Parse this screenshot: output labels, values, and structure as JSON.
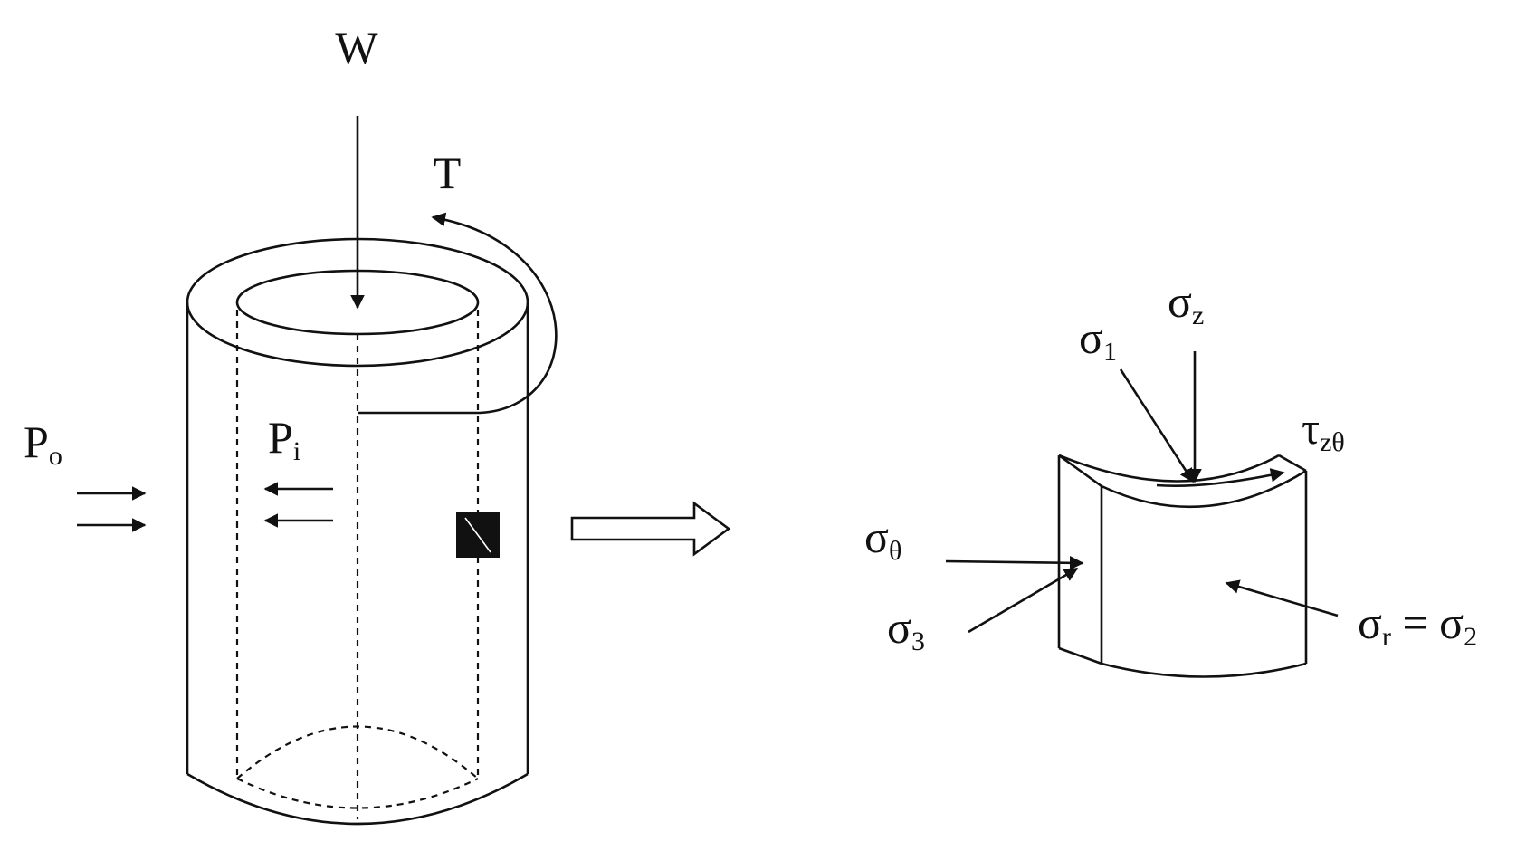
{
  "labels": {
    "axial_load": "W",
    "torque": "T",
    "outer_pressure_base": "P",
    "outer_pressure_sub": "o",
    "inner_pressure_base": "P",
    "inner_pressure_sub": "i",
    "sigma_z_base": "σ",
    "sigma_z_sub": "z",
    "sigma_1_base": "σ",
    "sigma_1_sub": "1",
    "tau_base": "τ",
    "tau_sub": "zθ",
    "sigma_theta_base": "σ",
    "sigma_theta_sub": "θ",
    "sigma_3_base": "σ",
    "sigma_3_sub": "3",
    "sigma_r_base": "σ",
    "sigma_r_sub": "r",
    "equals": " = ",
    "sigma_2_base": "σ",
    "sigma_2_sub": "2"
  },
  "colors": {
    "ink": "#111111",
    "background": "#ffffff"
  }
}
